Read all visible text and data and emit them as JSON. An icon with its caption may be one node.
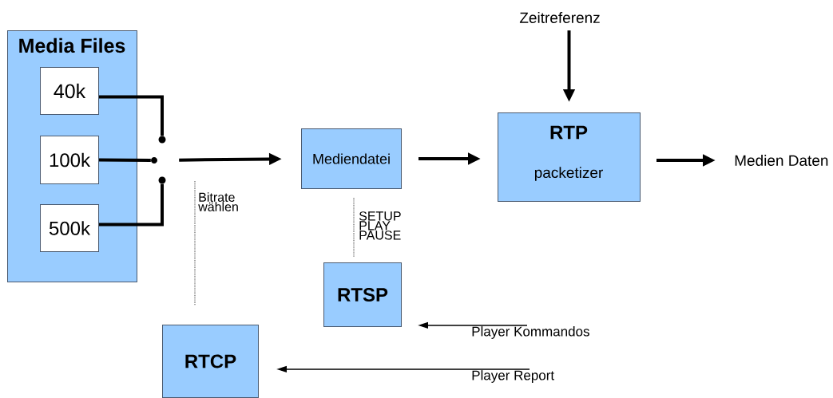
{
  "diagram": {
    "nodes": [
      {
        "text": [
          "Media Files"
        ]
      },
      {
        "text": [
          "40k"
        ],
        "in": 0
      },
      {
        "text": [
          "100k"
        ],
        "in": 0
      },
      {
        "text": [
          "500k"
        ],
        "in": 0
      },
      {
        "text": [],
        "shape": "circle"
      },
      {
        "text": [],
        "shape": "circle"
      },
      {
        "text": [],
        "shape": "circle"
      },
      {
        "text": [
          "Mediendatei"
        ]
      },
      {
        "text": [
          "RTP",
          "packetizer"
        ]
      },
      {
        "text": [
          "Zeitreferenz"
        ]
      },
      {
        "text": [
          "Medien Daten"
        ]
      },
      {
        "text": [
          "RTSP"
        ]
      },
      {
        "text": [
          "RTCP"
        ]
      },
      {
        "text": [
          "Player Kommandos"
        ]
      },
      {
        "text": [
          "Player Report"
        ]
      }
    ],
    "edges": [
      {
        "from": 1,
        "to": 4,
        "arrow": "none"
      },
      {
        "from": 2,
        "to": 5,
        "arrow": "none"
      },
      {
        "from": 3,
        "to": 6,
        "arrow": "none"
      },
      {
        "from": 5,
        "to": 7,
        "arrow": "to"
      },
      {
        "from": 7,
        "to": 8,
        "arrow": "to"
      },
      {
        "from": 9,
        "to": 8,
        "arrow": "to"
      },
      {
        "from": 8,
        "to": 10,
        "arrow": "to"
      },
      {
        "from": 7,
        "to": 11,
        "arrow": "none",
        "style": "dashed",
        "color": "#666666",
        "label": "SETUP PLAY PAUSE"
      },
      {
        "from": null,
        "to": 12,
        "arrow": "none",
        "style": "dashed",
        "color": "#666666",
        "label": "Bitrate wählen"
      },
      {
        "from": 13,
        "to": 11,
        "arrow": "to"
      },
      {
        "from": 14,
        "to": 12,
        "arrow": "to"
      }
    ]
  }
}
